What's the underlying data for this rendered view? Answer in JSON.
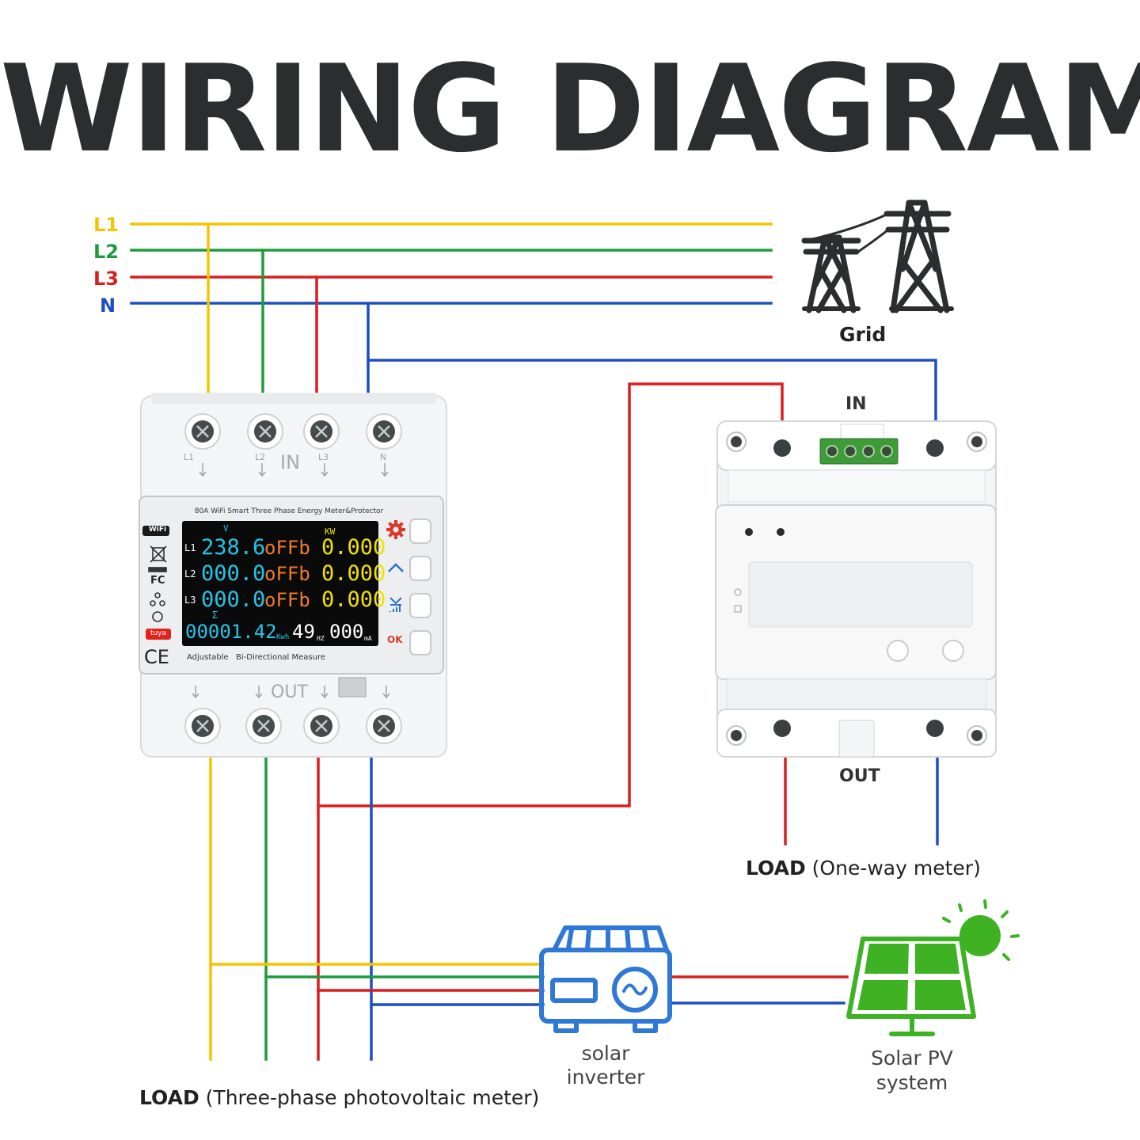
{
  "title": "WIRING DIAGRAM",
  "colors": {
    "L1": "#f2c500",
    "L2": "#1e9c3c",
    "L3": "#d81f1f",
    "N": "#1c4fc4",
    "title": "#2b2d2e",
    "inverter": "#2f78d8",
    "solar_panel": "#3fb224"
  },
  "wires": {
    "L1": "L1",
    "L2": "L2",
    "L3": "L3",
    "N": "N"
  },
  "grid": {
    "label": "Grid",
    "icon": "power-tower-icon"
  },
  "three_phase_meter": {
    "top_terminal_labels": [
      "L1",
      "L2",
      "L3",
      "N"
    ],
    "in_label": "IN",
    "out_label": "OUT",
    "header_text": "80A WiFi Smart Three Phase Energy Meter&Protector",
    "wifi_badge": "WiFi",
    "fc_mark": "FC",
    "brand_badge": "tuya",
    "ce_mark": "CE",
    "footer_left": "Adjustable",
    "footer_right": "Bi-Directional Measure",
    "ok_label": "OK",
    "lcd": {
      "v_header": "V",
      "kw_header": "KW",
      "rows": [
        {
          "phase": "L1",
          "voltage": "238.6",
          "status": "oFFb",
          "power": "0.000"
        },
        {
          "phase": "L2",
          "voltage": "000.0",
          "status": "oFFb",
          "power": "0.000"
        },
        {
          "phase": "L3",
          "voltage": "000.0",
          "status": "oFFb",
          "power": "0.000"
        }
      ],
      "sigma": "Σ",
      "energy": "00001.42",
      "energy_unit": "Kwh",
      "frequency": "49",
      "frequency_unit": "HZ",
      "leakage": "000",
      "leakage_unit": "mA"
    }
  },
  "one_way_meter": {
    "in_label": "IN",
    "out_label": "OUT"
  },
  "captions": {
    "one_way_bold": "LOAD",
    "one_way_rest": " (One-way meter)",
    "three_phase_bold": "LOAD",
    "three_phase_rest": " (Three-phase photovoltaic meter)",
    "inverter_line1": "solar",
    "inverter_line2": "inverter",
    "pv_line1": "Solar PV",
    "pv_line2": "system"
  }
}
